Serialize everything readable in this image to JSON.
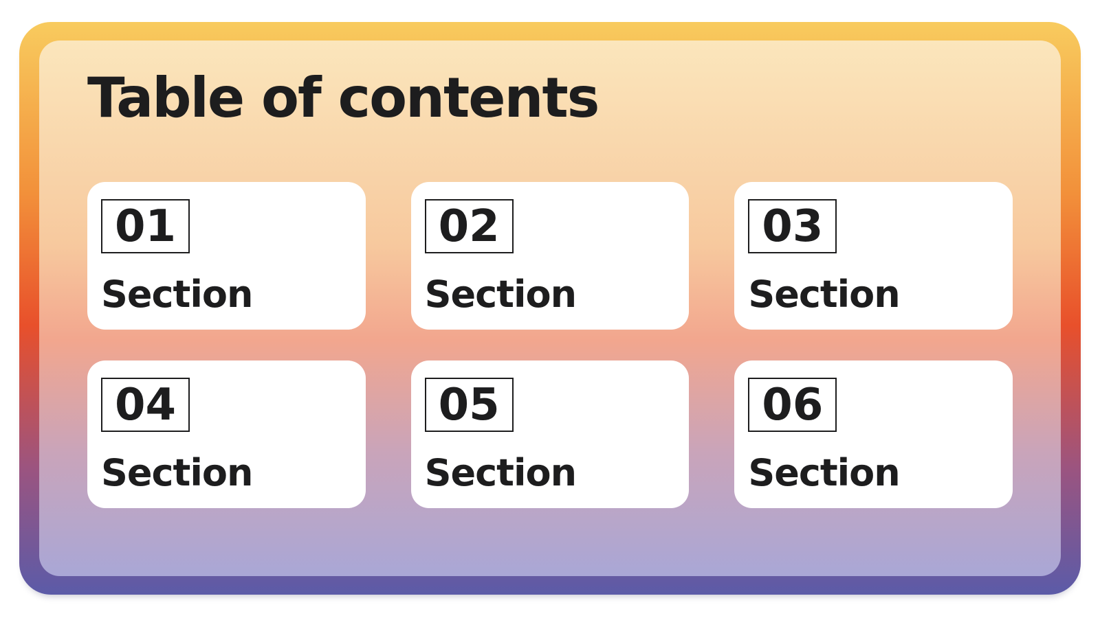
{
  "slide": {
    "title": "Table of contents"
  },
  "toc": {
    "items": [
      {
        "number": "01",
        "label": "Section"
      },
      {
        "number": "02",
        "label": "Section"
      },
      {
        "number": "03",
        "label": "Section"
      },
      {
        "number": "04",
        "label": "Section"
      },
      {
        "number": "05",
        "label": "Section"
      },
      {
        "number": "06",
        "label": "Section"
      }
    ]
  },
  "colors": {
    "frame_gradient_top": "#F8CB5E",
    "frame_gradient_orange": "#F2903A",
    "frame_gradient_red": "#E8502B",
    "frame_gradient_purple": "#9B5480",
    "frame_gradient_bottom": "#5B5BA8",
    "panel_gradient_top": "#FBE6BC",
    "panel_gradient_peach": "#F7C99E",
    "panel_gradient_salmon": "#F2A68E",
    "panel_gradient_mauve": "#C9A4BA",
    "panel_gradient_bottom": "#A9A7D6",
    "card_background": "#FFFFFF",
    "text_color": "#1D1D1E"
  }
}
